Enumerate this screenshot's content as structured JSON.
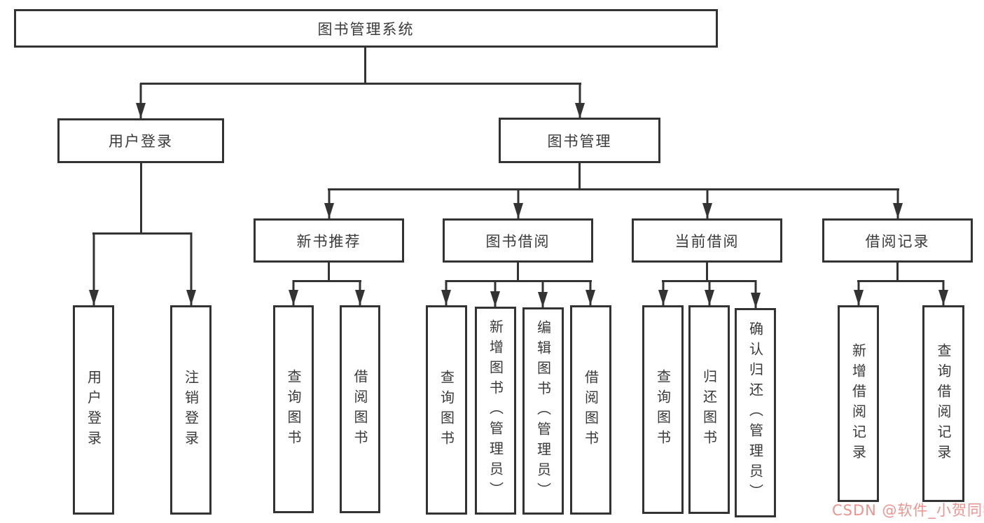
{
  "tree": {
    "label": "图书管理系统",
    "children": [
      {
        "label": "用户登录",
        "children": [
          {
            "label": "用户登录"
          },
          {
            "label": "注销登录"
          }
        ]
      },
      {
        "label": "图书管理",
        "children": [
          {
            "label": "新书推荐",
            "children": [
              {
                "label": "查询图书"
              },
              {
                "label": "借阅图书"
              }
            ]
          },
          {
            "label": "图书借阅",
            "children": [
              {
                "label": "查询图书"
              },
              {
                "label": "新增图书（管理员）"
              },
              {
                "label": "编辑图书（管理员）"
              },
              {
                "label": "借阅图书"
              }
            ]
          },
          {
            "label": "当前借阅",
            "children": [
              {
                "label": "查询图书"
              },
              {
                "label": "归还图书"
              },
              {
                "label": "确认归还（管理员）"
              }
            ]
          },
          {
            "label": "借阅记录",
            "children": [
              {
                "label": "新增借阅记录"
              },
              {
                "label": "查询借阅记录"
              }
            ]
          }
        ]
      }
    ]
  },
  "watermark": {
    "text": "CSDN @软件_小贺同学"
  },
  "colors": {
    "line": "#333333",
    "text": "#3a3a3a",
    "watermark": "#f0928e",
    "background": "#ffffff"
  }
}
